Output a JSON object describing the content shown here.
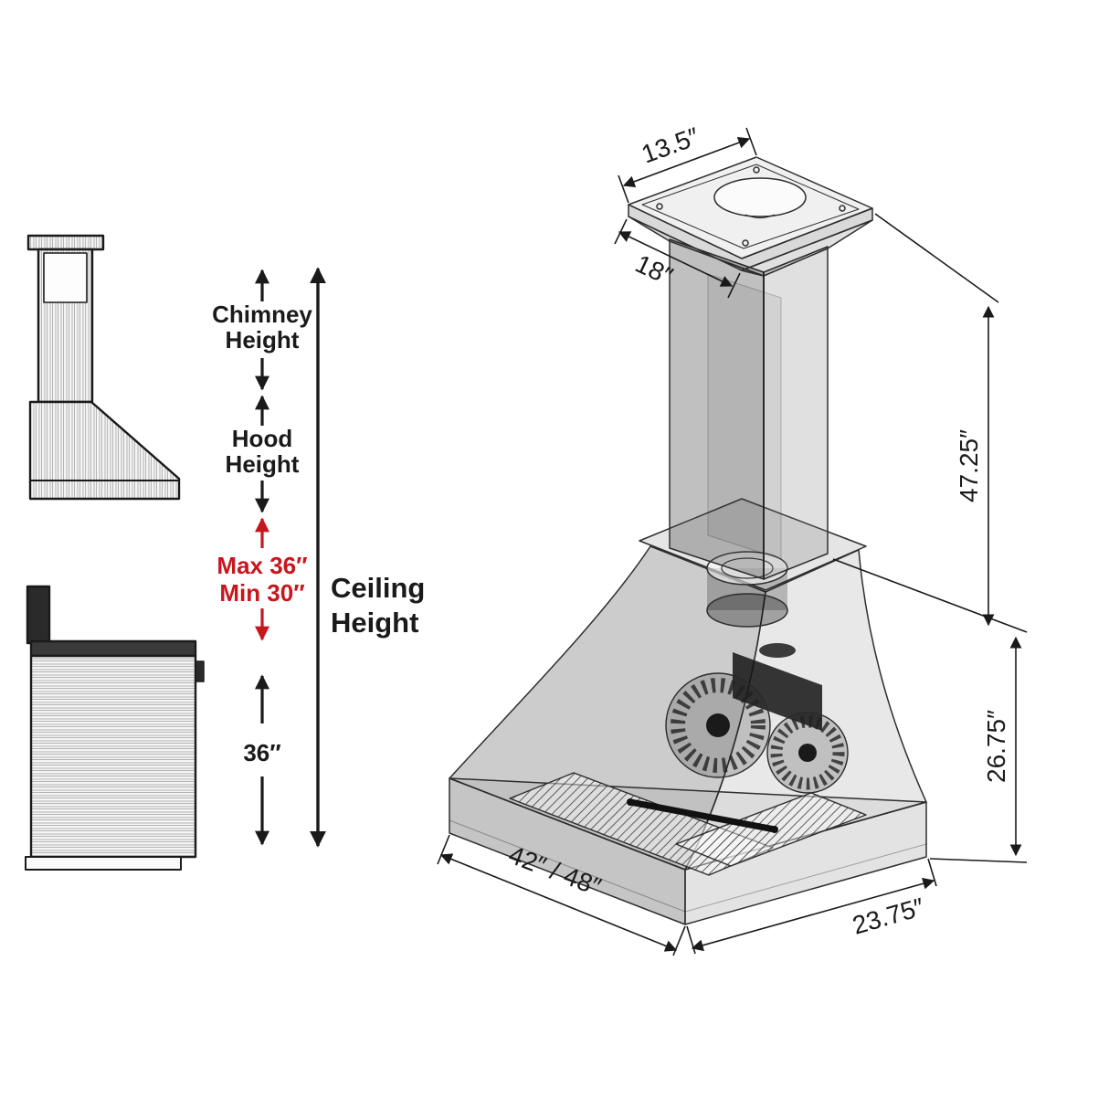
{
  "colors": {
    "background": "#ffffff",
    "line_black": "#1a1a1a",
    "accent_red": "#c8161d",
    "drawing_gray": "#2e2e2e"
  },
  "side_labels": {
    "chimney": {
      "line1": "Chimney",
      "line2": "Height"
    },
    "hood": {
      "line1": "Hood",
      "line2": "Height"
    },
    "mounting": {
      "line1": "Max 36″",
      "line2": "Min 30″"
    },
    "ceiling": {
      "line1": "Ceiling",
      "line2": "Height"
    },
    "cooktop_clearance": "36″"
  },
  "dimensions": {
    "chimney_top_depth": "13.5″",
    "chimney_top_width": "18″",
    "upper_height": "47.25″",
    "hood_height": "26.75″",
    "hood_width": "42″ / 48″",
    "hood_depth": "23.75″"
  }
}
